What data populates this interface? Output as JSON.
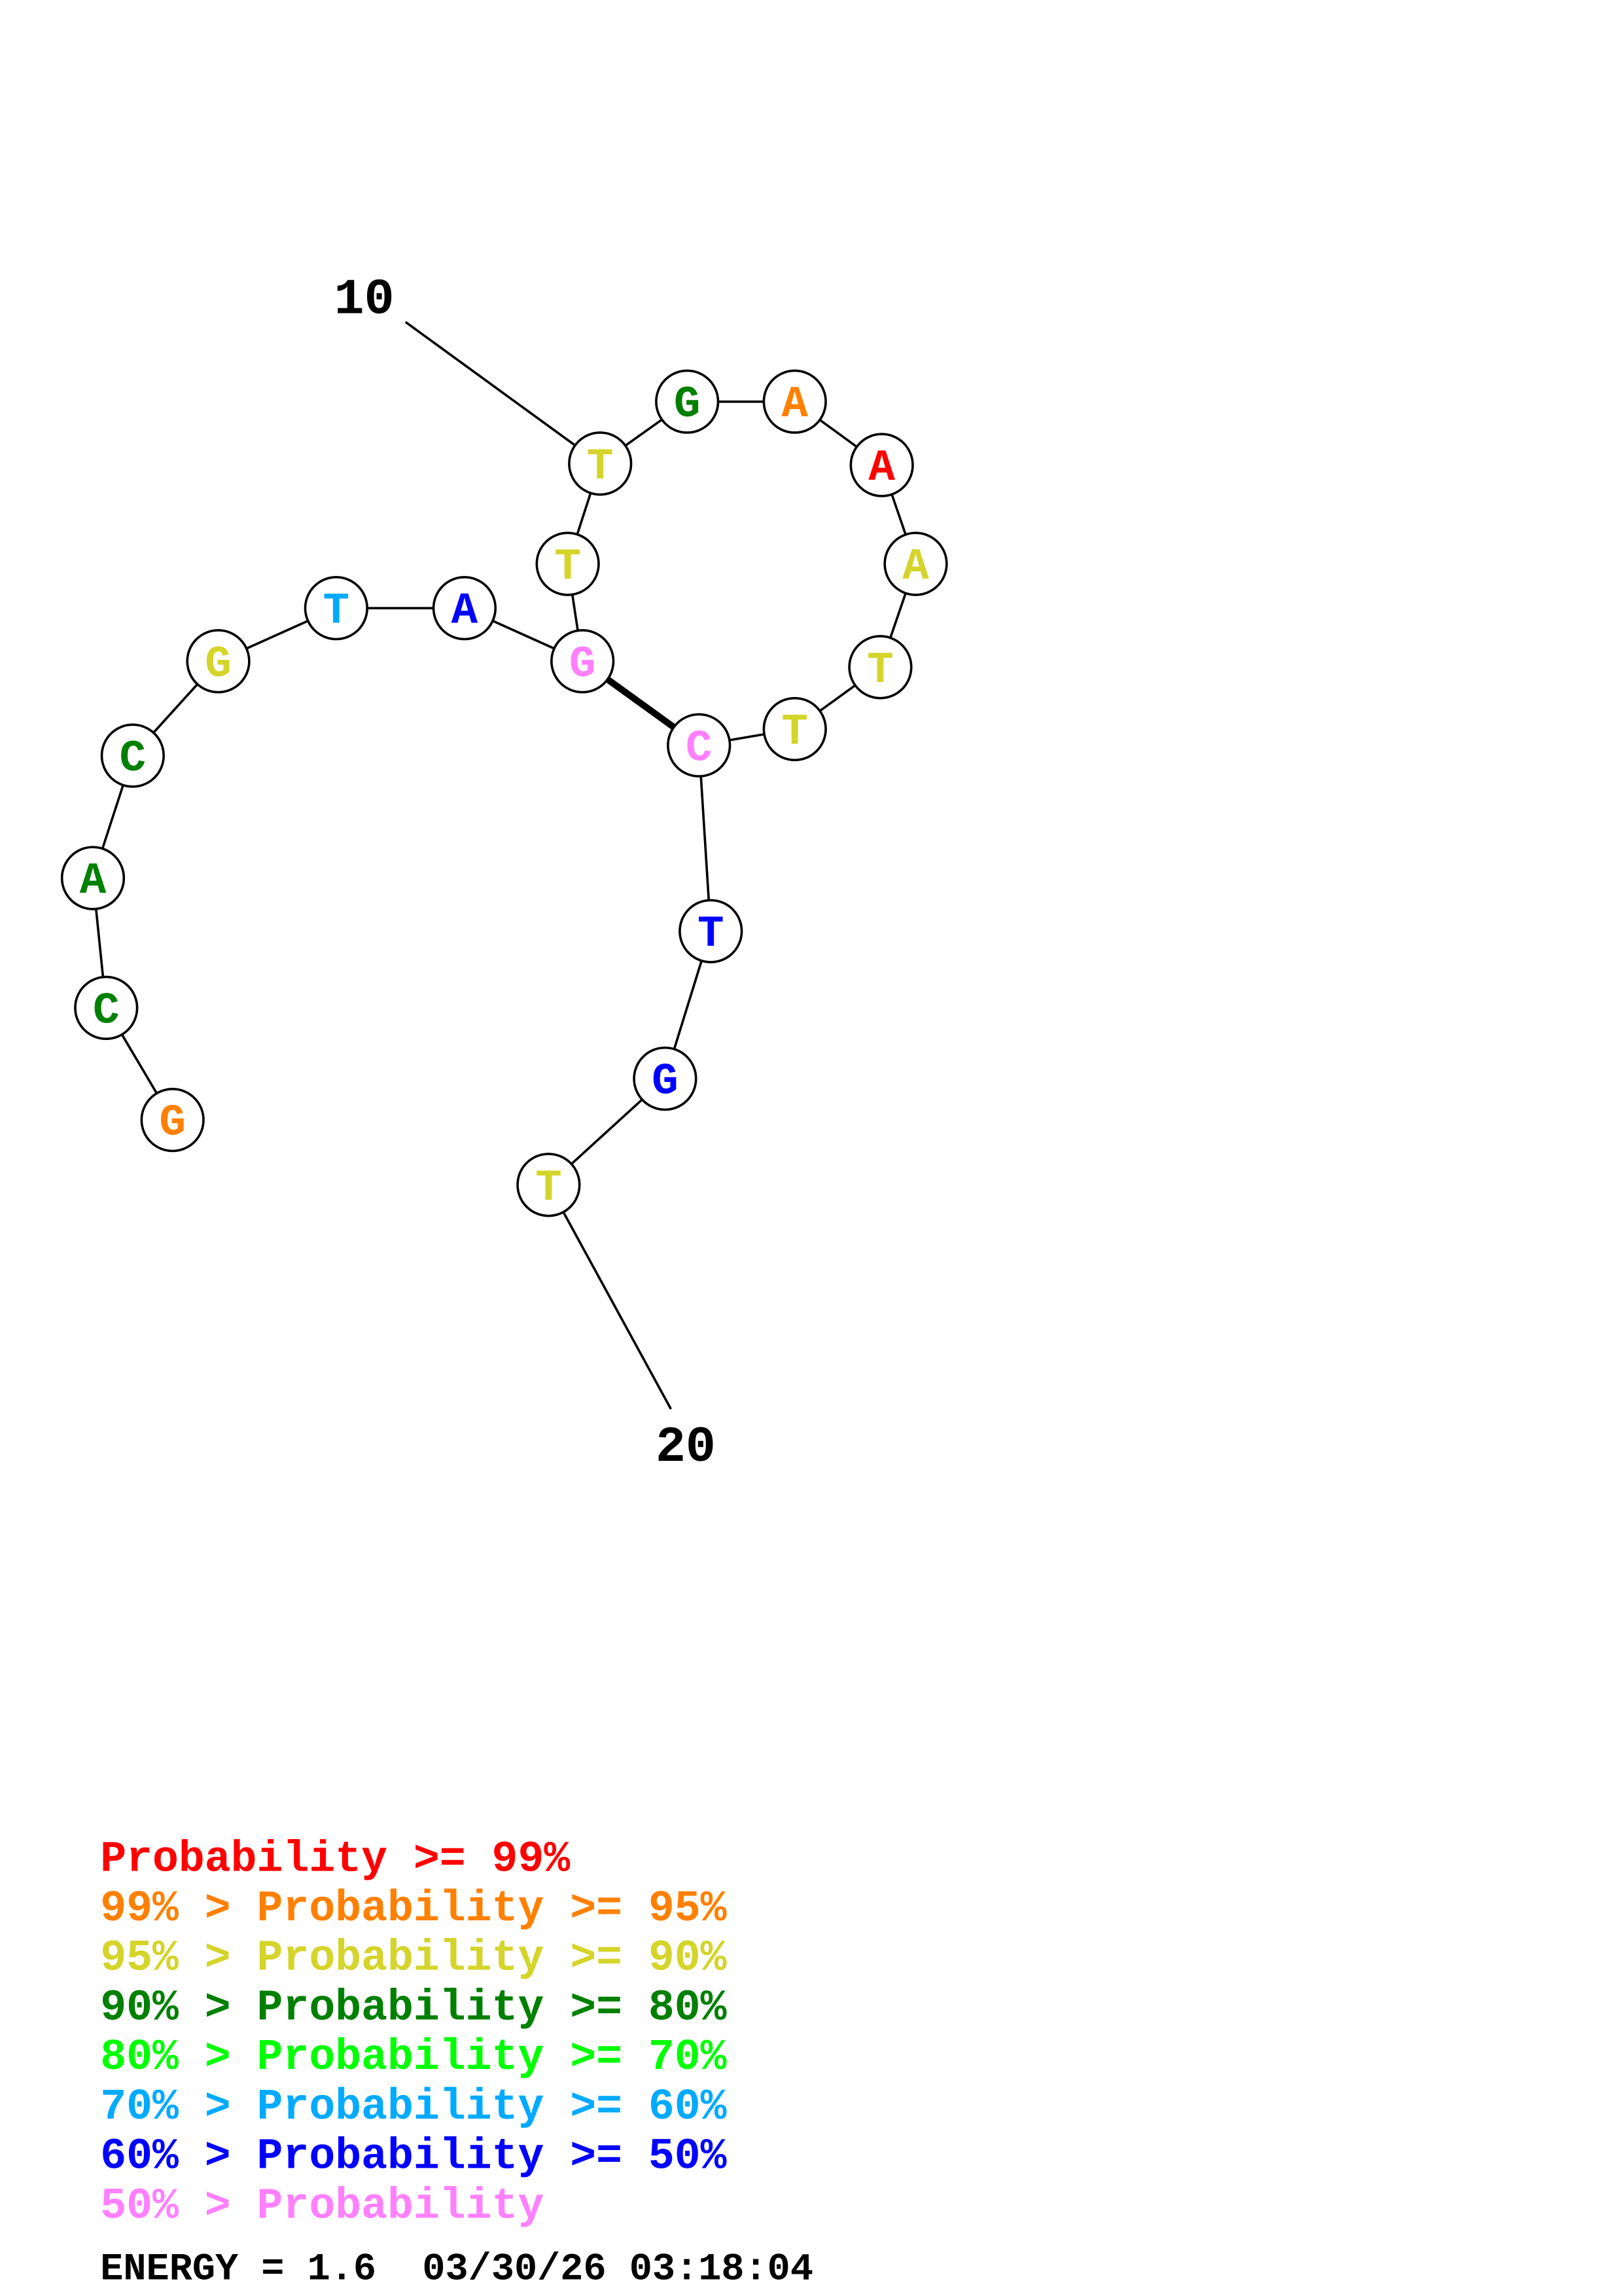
{
  "structure": {
    "sequence": [
      "G",
      "C",
      "A",
      "C",
      "G",
      "T",
      "A",
      "G",
      "T",
      "T",
      "G",
      "A",
      "A",
      "A",
      "T",
      "T",
      "C",
      "T",
      "G",
      "T"
    ],
    "probability_class": [
      "p95",
      "p80",
      "p80",
      "p80",
      "p90",
      "p60",
      "p50",
      "lt50",
      "p90",
      "p90",
      "p80",
      "p95",
      "p99",
      "p90",
      "p90",
      "p90",
      "lt50",
      "p50",
      "p50",
      "p90"
    ],
    "pairs": [
      [
        8,
        17
      ]
    ],
    "position_labels": [
      {
        "index": 10,
        "text": "10"
      },
      {
        "index": 20,
        "text": "20"
      }
    ]
  },
  "colors": {
    "p99": "#ff0000",
    "p95": "#ff8000",
    "p90": "#d4d42a",
    "p80": "#008000",
    "p70": "#00ff00",
    "p60": "#00aaff",
    "p50": "#0000ff",
    "lt50": "#ff80ff"
  },
  "legend": [
    {
      "text": "    Probability >= 99%",
      "class": "p99"
    },
    {
      "text": "99% > Probability >= 95%",
      "class": "p95"
    },
    {
      "text": "95% > Probability >= 90%",
      "class": "p90"
    },
    {
      "text": "90% > Probability >= 80%",
      "class": "p80"
    },
    {
      "text": "80% > Probability >= 70%",
      "class": "p70"
    },
    {
      "text": "70% > Probability >= 60%",
      "class": "p60"
    },
    {
      "text": "60% > Probability >= 50%",
      "class": "p50"
    },
    {
      "text": "50% > Probability",
      "class": "lt50"
    }
  ],
  "footer": {
    "energy_line": "ENERGY = 1.6  03/30/26 03:18:04"
  }
}
